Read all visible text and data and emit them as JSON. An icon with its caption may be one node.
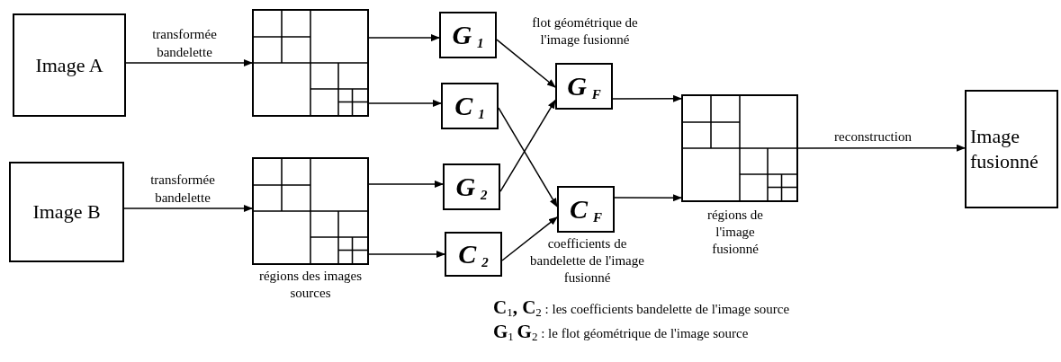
{
  "diagram": {
    "nodes": [
      {
        "text": [
          "Image A"
        ]
      },
      {
        "text": [
          "Image B"
        ]
      },
      {
        "text": [],
        "shape": "grid"
      },
      {
        "text": [],
        "shape": "grid",
        "beside": [
          "régions des images sources"
        ]
      },
      {
        "text": [
          "G$_{1}$"
        ]
      },
      {
        "text": [
          "C$_{1}$"
        ]
      },
      {
        "text": [
          "G$_{2}$"
        ]
      },
      {
        "text": [
          "C$_{2}$"
        ]
      },
      {
        "text": [
          "G$_{F}$"
        ],
        "beside": [
          "flot géométrique de l'image fusionné"
        ]
      },
      {
        "text": [
          "C$_{F}$"
        ],
        "beside": [
          "coefficients de bandelette de l'image fusionné"
        ]
      },
      {
        "text": [],
        "shape": "grid",
        "beside": [
          "régions de l'image fusionné"
        ]
      },
      {
        "text": [
          "Image fusionné"
        ]
      }
    ],
    "edges": [
      {
        "from": 0,
        "to": 2,
        "arrow": "to",
        "label": "transformée bandelette"
      },
      {
        "from": 1,
        "to": 3,
        "arrow": "to",
        "label": "transformée bandelette"
      },
      {
        "from": 2,
        "to": 4,
        "arrow": "to"
      },
      {
        "from": 2,
        "to": 5,
        "arrow": "to"
      },
      {
        "from": 3,
        "to": 6,
        "arrow": "to"
      },
      {
        "from": 3,
        "to": 7,
        "arrow": "to"
      },
      {
        "from": 4,
        "to": 8,
        "arrow": "to"
      },
      {
        "from": 5,
        "to": 9,
        "arrow": "to"
      },
      {
        "from": 6,
        "to": 8,
        "arrow": "to"
      },
      {
        "from": 7,
        "to": 9,
        "arrow": "to"
      },
      {
        "from": 8,
        "to": 10,
        "arrow": "to"
      },
      {
        "from": 9,
        "to": 10,
        "arrow": "to"
      },
      {
        "from": 10,
        "to": 11,
        "arrow": "to",
        "label": "reconstruction"
      }
    ],
    "labels": [
      "**C**$_{1}$**, C**$_{2}$ : les coefficients bandelette de l'image source",
      "**G**$_{1}$ **G**$_{2}$ : le flot géométrique de l'image source"
    ]
  }
}
